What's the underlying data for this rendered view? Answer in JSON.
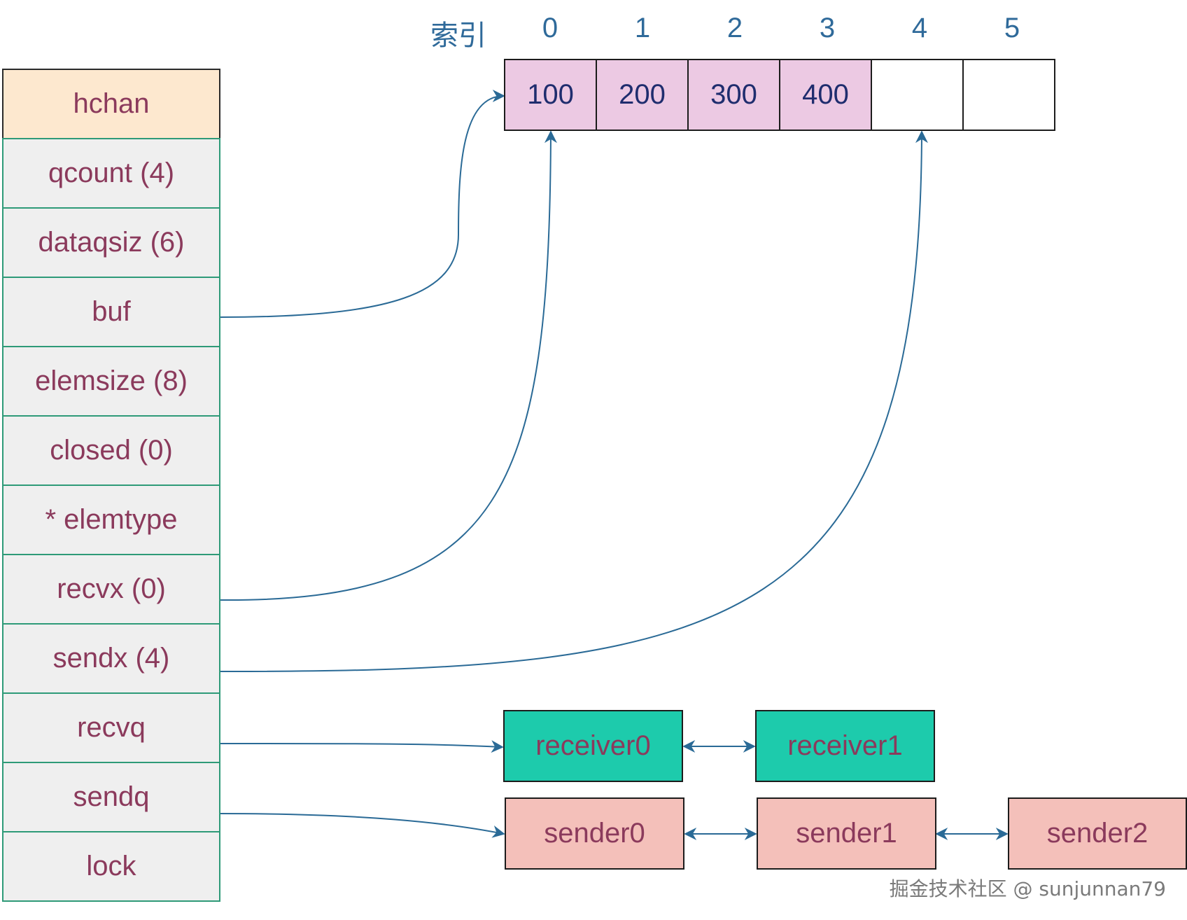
{
  "struct": {
    "title": "hchan",
    "fields": [
      "qcount (4)",
      "dataqsiz (6)",
      "buf",
      "elemsize (8)",
      "closed (0)",
      "* elemtype",
      "recvx (0)",
      "sendx (4)",
      "recvq",
      "sendq",
      "lock"
    ]
  },
  "index": {
    "title": "索引",
    "labels": [
      "0",
      "1",
      "2",
      "3",
      "4",
      "5"
    ]
  },
  "buffer": {
    "cells": [
      "100",
      "200",
      "300",
      "400",
      "",
      ""
    ]
  },
  "recvq": [
    "receiver0",
    "receiver1"
  ],
  "sendq": [
    "sender0",
    "sender1",
    "sender2"
  ],
  "watermark": "掘金技术社区 @ sunjunnan79",
  "colors": {
    "field_text": "#8b3a5c",
    "field_border": "#2e9a78",
    "header_fill": "#fde8cf",
    "cell_filled": "#ecc9e3",
    "receiver_fill": "#1dcbac",
    "sender_fill": "#f4c0ba",
    "arrow": "#2a6a96",
    "index_text": "#2f6a9a"
  }
}
